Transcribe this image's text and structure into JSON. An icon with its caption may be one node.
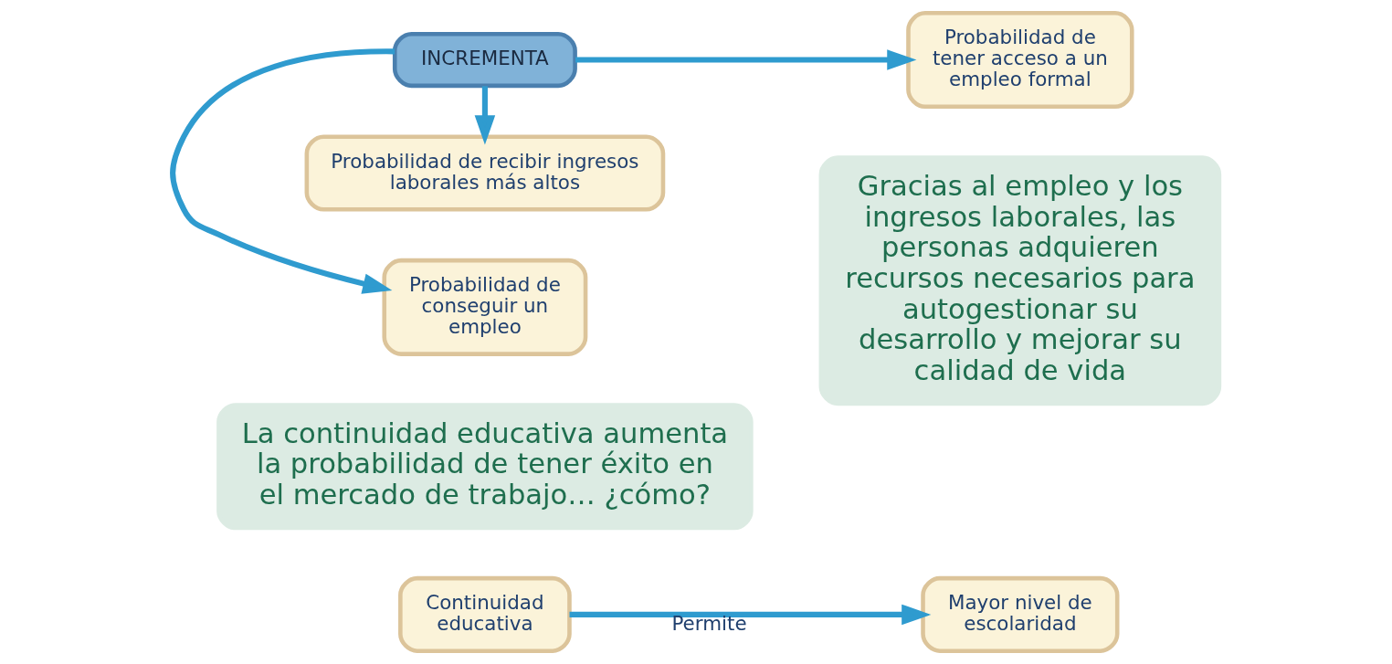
{
  "diagram": {
    "nodes": [
      {
        "text": [
          "La continuidad educativa aumenta la probabilidad de tener éxito en el mercado de trabajo… ¿cómo?"
        ]
      },
      {
        "text": [
          "Continuidad educativa"
        ]
      },
      {
        "text": [
          "Mayor nivel de escolaridad"
        ]
      },
      {
        "text": [
          "INCREMENTA"
        ]
      },
      {
        "text": [
          "Probabilidad de conseguir un empleo"
        ]
      },
      {
        "text": [
          "Probabilidad de tener acceso a un empleo formal"
        ]
      },
      {
        "text": [
          "Probabilidad de recibir ingresos laborales más altos"
        ]
      },
      {
        "text": [
          "Gracias al empleo y los ingresos laborales, las personas adquieren recursos necesarios para autogestionar su desarrollo y mejorar su calidad de vida"
        ]
      }
    ],
    "edges": [
      {
        "from": 1,
        "to": 2,
        "arrow": "to",
        "label": "Permite"
      },
      {
        "from": 3,
        "to": 4,
        "arrow": "to"
      },
      {
        "from": 3,
        "to": 5,
        "arrow": "to"
      },
      {
        "from": 3,
        "to": 6,
        "arrow": "to"
      }
    ]
  }
}
